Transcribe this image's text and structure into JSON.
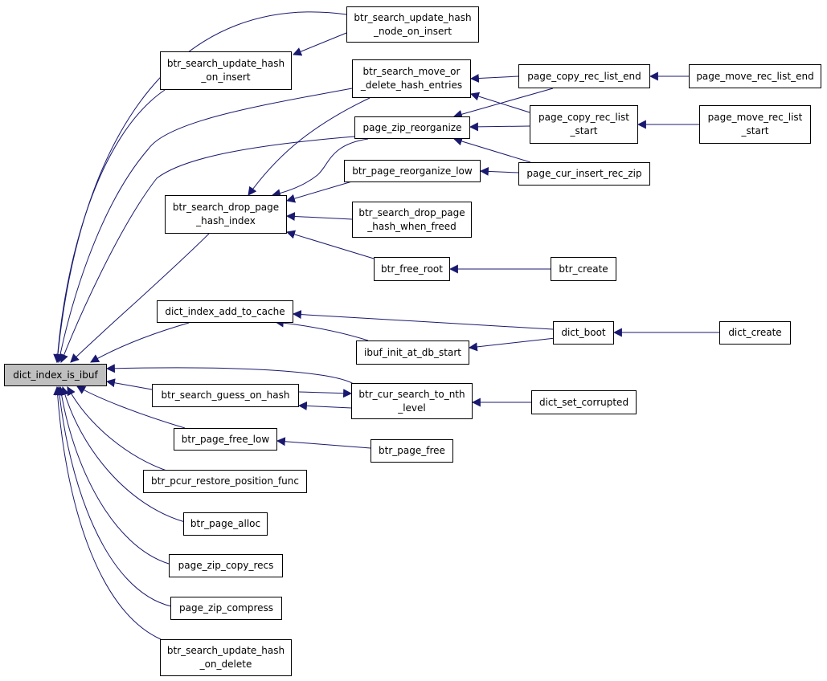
{
  "colors": {
    "edge": "#191970",
    "root_fill": "#bfbfbf",
    "node_fill": "#ffffff",
    "border": "#000000"
  },
  "nodes": {
    "dict_index_is_ibuf": {
      "lines": [
        "dict_index_is_ibuf"
      ],
      "root": true
    },
    "btr_search_update_hash_node_on_insert": {
      "lines": [
        "btr_search_update_hash",
        "_node_on_insert"
      ]
    },
    "btr_search_update_hash_on_insert": {
      "lines": [
        "btr_search_update_hash",
        "_on_insert"
      ]
    },
    "btr_search_move_or_delete_hash_entries": {
      "lines": [
        "btr_search_move_or",
        "_delete_hash_entries"
      ]
    },
    "page_zip_reorganize": {
      "lines": [
        "page_zip_reorganize"
      ]
    },
    "btr_page_reorganize_low": {
      "lines": [
        "btr_page_reorganize_low"
      ]
    },
    "btr_search_drop_page_hash_index": {
      "lines": [
        "btr_search_drop_page",
        "_hash_index"
      ]
    },
    "btr_search_drop_page_hash_when_freed": {
      "lines": [
        "btr_search_drop_page",
        "_hash_when_freed"
      ]
    },
    "btr_free_root": {
      "lines": [
        "btr_free_root"
      ]
    },
    "page_copy_rec_list_end": {
      "lines": [
        "page_copy_rec_list_end"
      ]
    },
    "page_move_rec_list_end": {
      "lines": [
        "page_move_rec_list_end"
      ]
    },
    "page_copy_rec_list_start": {
      "lines": [
        "page_copy_rec_list",
        "_start"
      ]
    },
    "page_move_rec_list_start": {
      "lines": [
        "page_move_rec_list",
        "_start"
      ]
    },
    "page_cur_insert_rec_zip": {
      "lines": [
        "page_cur_insert_rec_zip"
      ]
    },
    "btr_create": {
      "lines": [
        "btr_create"
      ]
    },
    "dict_index_add_to_cache": {
      "lines": [
        "dict_index_add_to_cache"
      ]
    },
    "ibuf_init_at_db_start": {
      "lines": [
        "ibuf_init_at_db_start"
      ]
    },
    "dict_boot": {
      "lines": [
        "dict_boot"
      ]
    },
    "dict_create": {
      "lines": [
        "dict_create"
      ]
    },
    "btr_search_guess_on_hash": {
      "lines": [
        "btr_search_guess_on_hash"
      ]
    },
    "btr_cur_search_to_nth_level": {
      "lines": [
        "btr_cur_search_to_nth",
        "_level"
      ]
    },
    "dict_set_corrupted": {
      "lines": [
        "dict_set_corrupted"
      ]
    },
    "btr_page_free_low": {
      "lines": [
        "btr_page_free_low"
      ]
    },
    "btr_page_free": {
      "lines": [
        "btr_page_free"
      ]
    },
    "btr_pcur_restore_position_func": {
      "lines": [
        "btr_pcur_restore_position_func"
      ]
    },
    "btr_page_alloc": {
      "lines": [
        "btr_page_alloc"
      ]
    },
    "page_zip_copy_recs": {
      "lines": [
        "page_zip_copy_recs"
      ]
    },
    "page_zip_compress": {
      "lines": [
        "page_zip_compress"
      ]
    },
    "btr_search_update_hash_on_delete": {
      "lines": [
        "btr_search_update_hash",
        "_on_delete"
      ]
    }
  },
  "edges": [
    {
      "from": "btr_search_update_hash_node_on_insert",
      "to": "dict_index_is_ibuf"
    },
    {
      "from": "btr_search_update_hash_on_insert",
      "to": "dict_index_is_ibuf"
    },
    {
      "from": "btr_search_update_hash_node_on_insert",
      "to": "btr_search_update_hash_on_insert"
    },
    {
      "from": "btr_search_move_or_delete_hash_entries",
      "to": "dict_index_is_ibuf"
    },
    {
      "from": "page_zip_reorganize",
      "to": "dict_index_is_ibuf"
    },
    {
      "from": "btr_search_drop_page_hash_index",
      "to": "dict_index_is_ibuf"
    },
    {
      "from": "btr_search_move_or_delete_hash_entries",
      "to": "btr_search_drop_page_hash_index"
    },
    {
      "from": "page_zip_reorganize",
      "to": "btr_search_drop_page_hash_index"
    },
    {
      "from": "btr_page_reorganize_low",
      "to": "btr_search_drop_page_hash_index"
    },
    {
      "from": "btr_search_drop_page_hash_when_freed",
      "to": "btr_search_drop_page_hash_index"
    },
    {
      "from": "btr_free_root",
      "to": "btr_search_drop_page_hash_index"
    },
    {
      "from": "page_copy_rec_list_end",
      "to": "btr_search_move_or_delete_hash_entries"
    },
    {
      "from": "page_copy_rec_list_start",
      "to": "btr_search_move_or_delete_hash_entries"
    },
    {
      "from": "page_copy_rec_list_end",
      "to": "page_zip_reorganize"
    },
    {
      "from": "page_copy_rec_list_start",
      "to": "page_zip_reorganize"
    },
    {
      "from": "page_cur_insert_rec_zip",
      "to": "page_zip_reorganize"
    },
    {
      "from": "page_cur_insert_rec_zip",
      "to": "btr_page_reorganize_low"
    },
    {
      "from": "page_move_rec_list_end",
      "to": "page_copy_rec_list_end"
    },
    {
      "from": "page_move_rec_list_start",
      "to": "page_copy_rec_list_start"
    },
    {
      "from": "btr_create",
      "to": "btr_free_root"
    },
    {
      "from": "dict_index_add_to_cache",
      "to": "dict_index_is_ibuf"
    },
    {
      "from": "dict_boot",
      "to": "dict_index_add_to_cache"
    },
    {
      "from": "ibuf_init_at_db_start",
      "to": "dict_index_add_to_cache"
    },
    {
      "from": "dict_boot",
      "to": "ibuf_init_at_db_start"
    },
    {
      "from": "dict_create",
      "to": "dict_boot"
    },
    {
      "from": "btr_cur_search_to_nth_level",
      "to": "dict_index_is_ibuf"
    },
    {
      "from": "btr_search_guess_on_hash",
      "to": "dict_index_is_ibuf"
    },
    {
      "from": "btr_search_guess_on_hash",
      "to": "btr_cur_search_to_nth_level"
    },
    {
      "from": "btr_cur_search_to_nth_level",
      "to": "btr_search_guess_on_hash"
    },
    {
      "from": "dict_set_corrupted",
      "to": "btr_cur_search_to_nth_level"
    },
    {
      "from": "btr_page_free_low",
      "to": "dict_index_is_ibuf"
    },
    {
      "from": "btr_page_free",
      "to": "btr_page_free_low"
    },
    {
      "from": "btr_pcur_restore_position_func",
      "to": "dict_index_is_ibuf"
    },
    {
      "from": "btr_page_alloc",
      "to": "dict_index_is_ibuf"
    },
    {
      "from": "page_zip_copy_recs",
      "to": "dict_index_is_ibuf"
    },
    {
      "from": "page_zip_compress",
      "to": "dict_index_is_ibuf"
    },
    {
      "from": "btr_search_update_hash_on_delete",
      "to": "dict_index_is_ibuf"
    }
  ]
}
